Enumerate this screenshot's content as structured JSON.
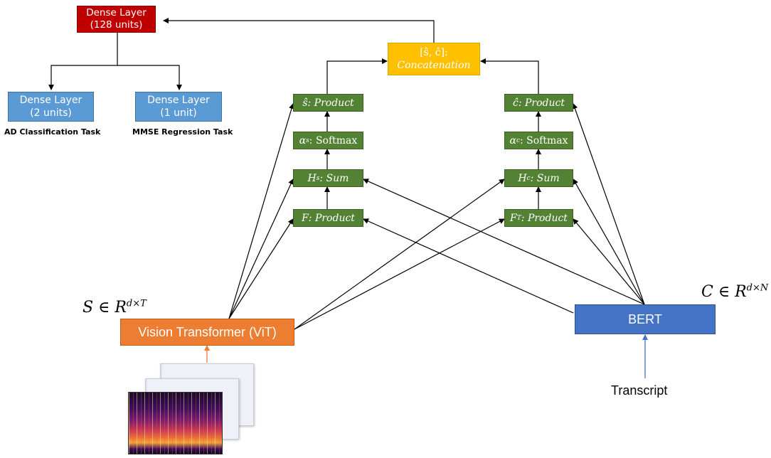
{
  "dense_top": {
    "line1": "Dense Layer",
    "line2": "(128 units)"
  },
  "dense_left": {
    "line1": "Dense Layer",
    "line2": "(2 units)"
  },
  "dense_right": {
    "line1": "Dense Layer",
    "line2": "(1 unit)"
  },
  "task_left": "AD Classification Task",
  "task_right": "MMSE Regression Task",
  "concat": {
    "line1": "[ŝ, ĉ]:",
    "line2": "Concatenation"
  },
  "left_chain": {
    "product_out": {
      "sym": "ŝ",
      "label": ": Product"
    },
    "softmax": {
      "sym": "α",
      "sup": "s",
      "label": ": Softmax"
    },
    "sum": {
      "sym": "H",
      "sup": "s",
      "label": ": Sum"
    },
    "product_in": {
      "sym": "F",
      "label": ": Product"
    }
  },
  "right_chain": {
    "product_out": {
      "sym": "ĉ",
      "label": ": Product"
    },
    "softmax": {
      "sym": "α",
      "sup": "c",
      "label": ": Softmax"
    },
    "sum": {
      "sym": "H",
      "sup": "c",
      "label": ": Sum"
    },
    "product_in": {
      "sym": "F",
      "sup": "T",
      "label": ": Product"
    }
  },
  "vit_label": "Vision Transformer (ViT)",
  "bert_label": "BERT",
  "s_math": {
    "base": "S ∈ R",
    "sup": "d×T"
  },
  "c_math": {
    "base": "C ∈ R",
    "sup": "d×N"
  },
  "transcript": "Transcript",
  "colors": {
    "dense_red": "#c00000",
    "dense_blue": "#5b9bd5",
    "green": "#548235",
    "concat": "#ffc000",
    "vit": "#ed7d31",
    "bert": "#4472c4"
  }
}
